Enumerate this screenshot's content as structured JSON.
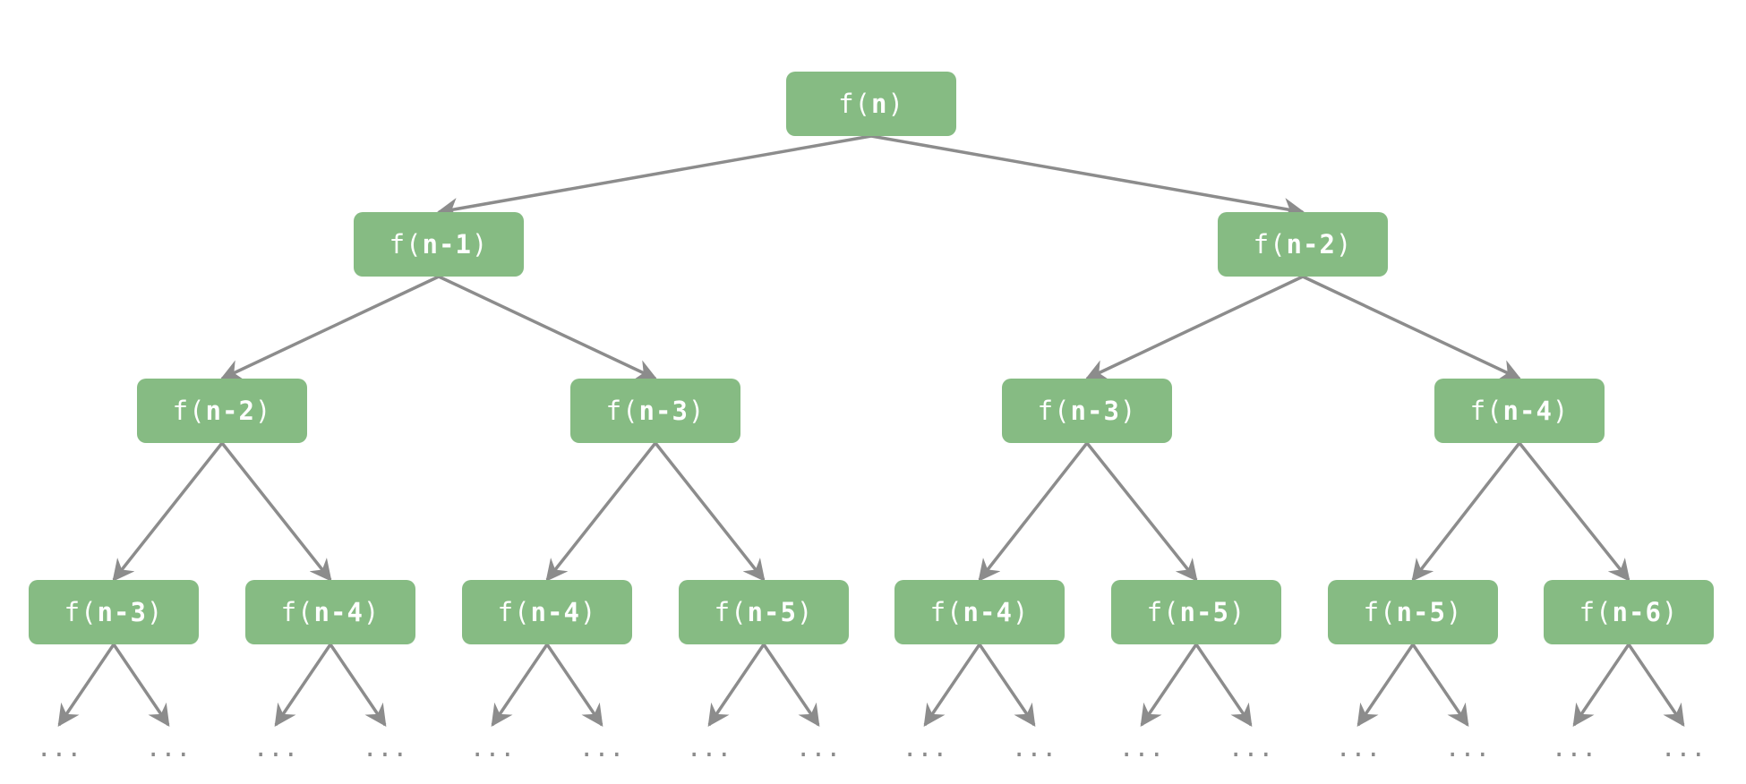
{
  "colors": {
    "node_fill": "#86bb83",
    "node_text": "#ffffff",
    "edge": "#8c8c8c"
  },
  "tree": {
    "levels": [
      [
        {
          "fn": "f(",
          "arg": "n",
          "close": ")"
        }
      ],
      [
        {
          "fn": "f(",
          "arg": "n-1",
          "close": ")"
        },
        {
          "fn": "f(",
          "arg": "n-2",
          "close": ")"
        }
      ],
      [
        {
          "fn": "f(",
          "arg": "n-2",
          "close": ")"
        },
        {
          "fn": "f(",
          "arg": "n-3",
          "close": ")"
        },
        {
          "fn": "f(",
          "arg": "n-3",
          "close": ")"
        },
        {
          "fn": "f(",
          "arg": "n-4",
          "close": ")"
        }
      ],
      [
        {
          "fn": "f(",
          "arg": "n-3",
          "close": ")"
        },
        {
          "fn": "f(",
          "arg": "n-4",
          "close": ")"
        },
        {
          "fn": "f(",
          "arg": "n-4",
          "close": ")"
        },
        {
          "fn": "f(",
          "arg": "n-5",
          "close": ")"
        },
        {
          "fn": "f(",
          "arg": "n-4",
          "close": ")"
        },
        {
          "fn": "f(",
          "arg": "n-5",
          "close": ")"
        },
        {
          "fn": "f(",
          "arg": "n-5",
          "close": ")"
        },
        {
          "fn": "f(",
          "arg": "n-6",
          "close": ")"
        }
      ]
    ],
    "ellipsis": [
      "...",
      "...",
      "...",
      "...",
      "...",
      "...",
      "...",
      "...",
      "...",
      "...",
      "...",
      "...",
      "...",
      "...",
      "...",
      "..."
    ]
  }
}
